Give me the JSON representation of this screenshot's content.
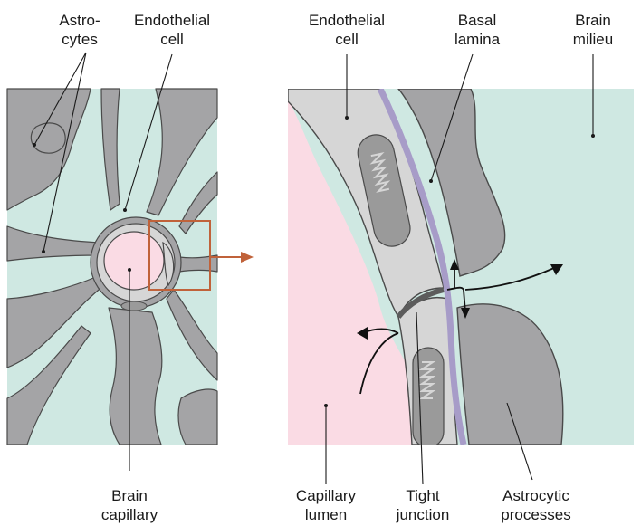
{
  "labels": {
    "astrocytes": "Astro-\ncytes",
    "endothelial_cell_left": "Endothelial\ncell",
    "endothelial_cell_right": "Endothelial\ncell",
    "basal_lamina": "Basal\nlamina",
    "brain_milieu": "Brain\nmilieu",
    "brain_capillary": "Brain\ncapillary",
    "capillary_lumen": "Capillary\nlumen",
    "tight_junction": "Tight\njunction",
    "astrocytic_processes": "Astrocytic\nprocesses"
  },
  "colors": {
    "brain_milieu": "#cfe8e2",
    "astrocyte": "#a4a4a6",
    "astrocyte_outline": "#4a4a4a",
    "endothelial": "#d6d6d6",
    "capillary_lumen": "#fadbe4",
    "basal_lamina": "#a79cc8",
    "zoom_box": "#c0623a",
    "mitochondrion": "#9a9a9a",
    "line": "#222222"
  }
}
